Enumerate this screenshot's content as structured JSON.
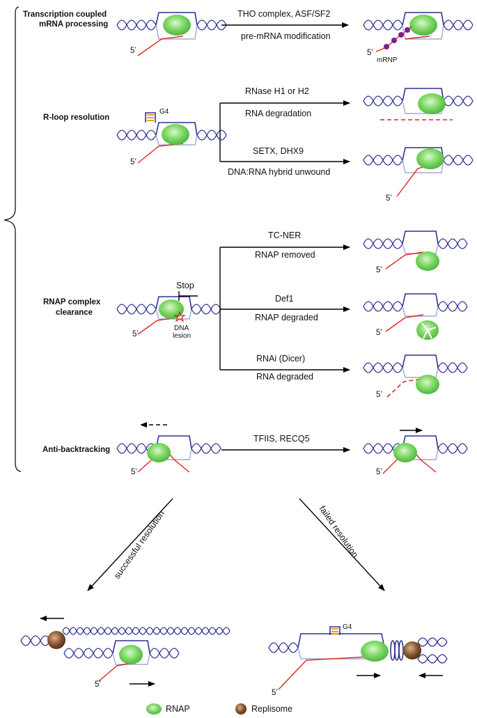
{
  "sections": {
    "transcription": "Transcription coupled\nmRNA processing",
    "rloop": "R-loop resolution",
    "rnap_clearance": "RNAP complex\nclearance",
    "backtracking": "Anti-backtracking"
  },
  "arrows": {
    "tho": "THO complex, ASF/SF2",
    "premrna": "pre-mRNA modification",
    "rnaseh": "RNase H1 or H2",
    "rna_degradation": "RNA  degradation",
    "setx": "SETX, DHX9",
    "hybrid_unwound": "DNA:RNA hybrid unwound",
    "tcner": "TC-NER",
    "rnap_removed": "RNAP removed",
    "def1": "Def1",
    "rnap_degraded": "RNAP degraded",
    "rnai": "RNAi (Dicer)",
    "rna_degraded": "RNA  degraded",
    "tfiis": "TFIIS, RECQ5",
    "successful": "successful resolution",
    "failed": "failed resolution"
  },
  "labels": {
    "five_prime": "5’",
    "mrnp": "mRNP",
    "g4": "G4",
    "stop": "Stop",
    "dna": "DNA",
    "lesion": "lesion"
  },
  "legend": {
    "rnap": "RNAP",
    "replisome": "Replisome"
  },
  "colors": {
    "dna": "#2e3192",
    "template": "#9fa8d8",
    "rna": "#e0231c",
    "rnap": "#66cc55",
    "replisome": "#7a4a2a",
    "mrnp": "#7a1f8a",
    "g4": "#f39c1e"
  }
}
